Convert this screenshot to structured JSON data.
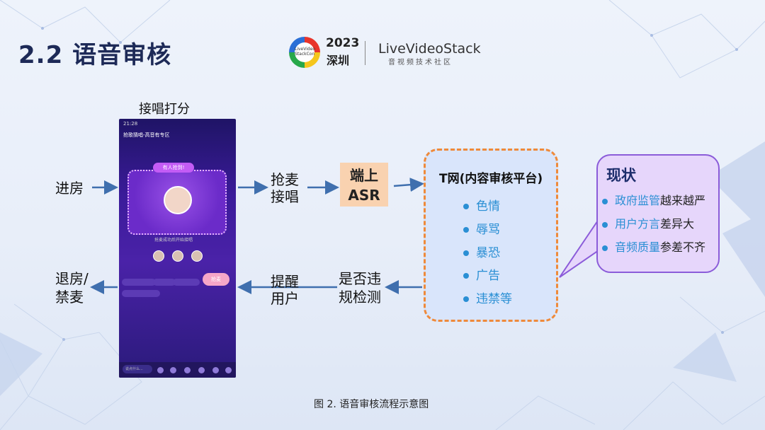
{
  "header": {
    "title": "2.2 语音审核",
    "logo_year": "2023",
    "logo_city": "深圳",
    "logo_brand": "LiveVideoStack",
    "logo_brand_sub": "音视频技术社区",
    "logo_circle_text": "LiveVideo StackCon"
  },
  "phone": {
    "label": "接唱打分",
    "status_time": "21:28",
    "room_name": "抢歌猜唱-高音有专区",
    "card_badge": "有人抢到!",
    "caption": "抢麦成功后开始接唱",
    "action_button": "抢麦",
    "input_placeholder": "说点什么..."
  },
  "flow": {
    "enter_room": "进房",
    "grab_mic_line1": "抢麦",
    "grab_mic_line2": "接唱",
    "asr_line1": "端上",
    "asr_line2": "ASR",
    "platform_title": "T网(内容审核平台)",
    "platform_items": [
      "色情",
      "辱骂",
      "暴恐",
      "广告",
      "违禁等"
    ],
    "check_line1": "是否违",
    "check_line2": "规检测",
    "remind_line1": "提醒",
    "remind_line2": "用户",
    "exit_line1": "退房/",
    "exit_line2": "禁麦"
  },
  "status": {
    "title": "现状",
    "items": [
      {
        "highlight": "政府监管",
        "rest": "越来越严"
      },
      {
        "highlight": "用户方言",
        "rest": "差异大"
      },
      {
        "highlight": "音频质量",
        "rest": "参差不齐"
      }
    ]
  },
  "caption": "图 2. 语音审核流程示意图",
  "colors": {
    "arrow": "#3f6fae",
    "highlight": "#2a8fd4",
    "box_border": "#ef8a3a",
    "asr_fill": "#f9d2b0",
    "callout_border": "#8b5cd9"
  }
}
